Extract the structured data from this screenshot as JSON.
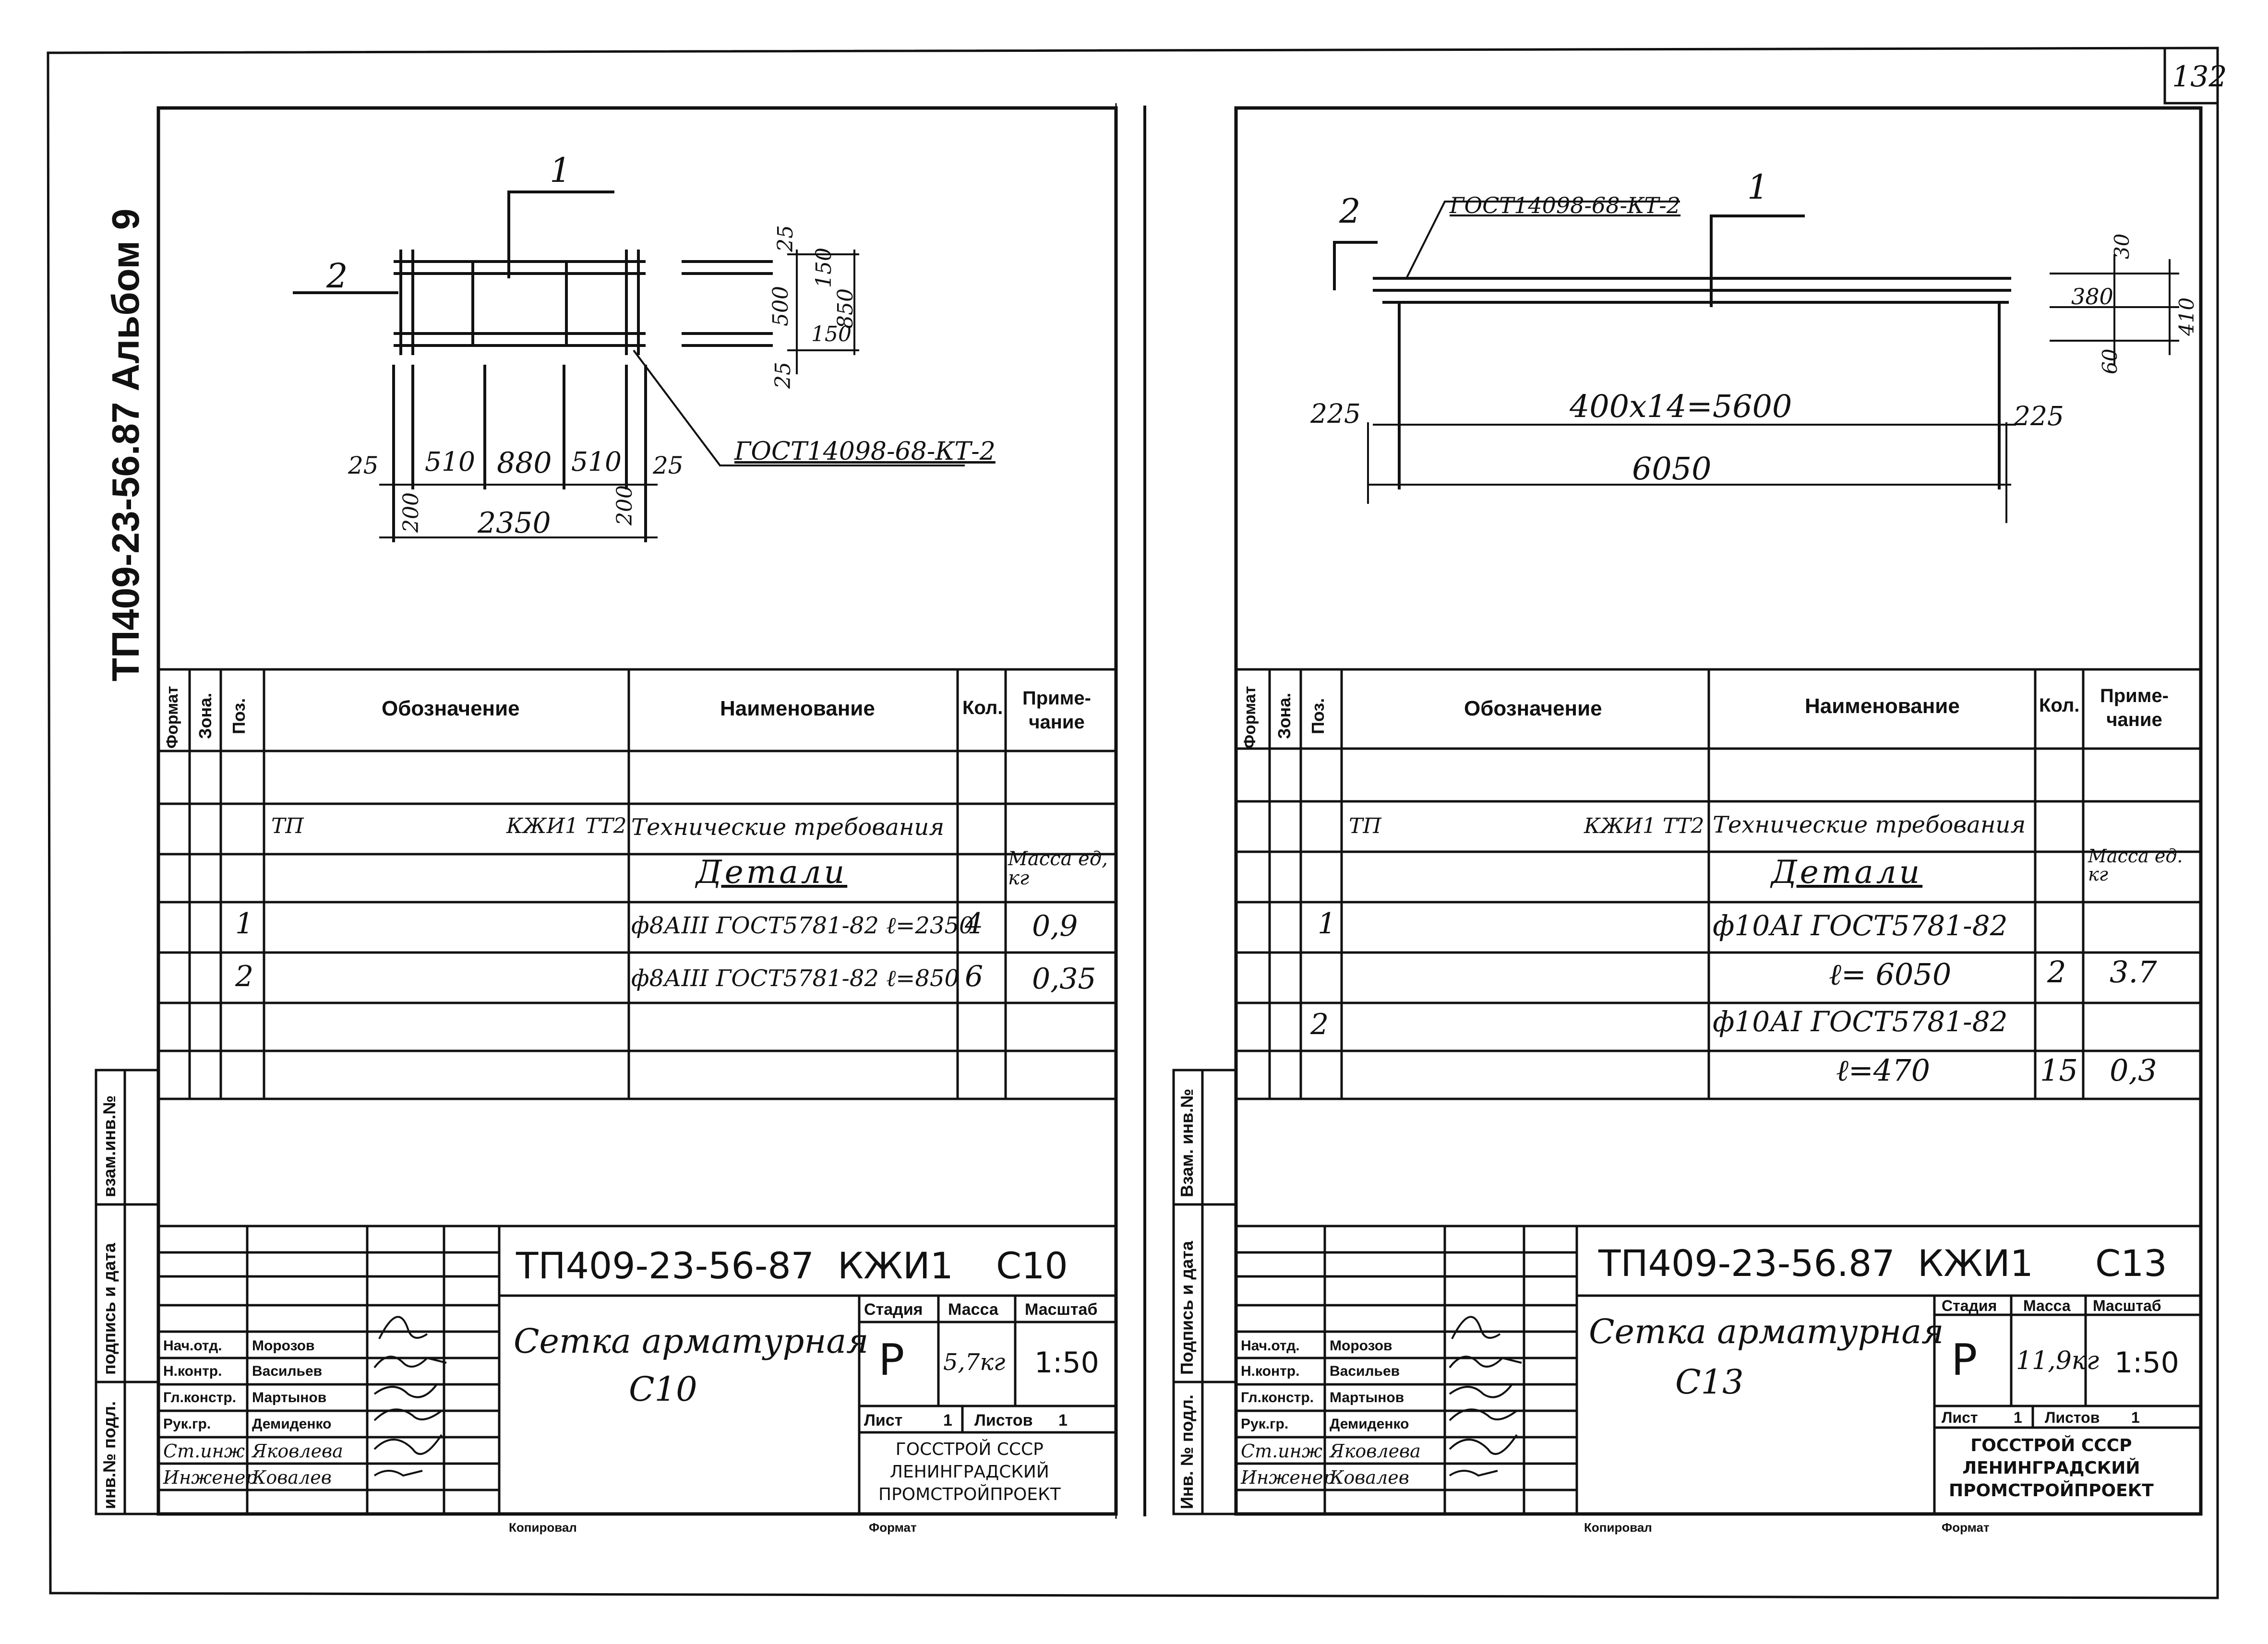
{
  "page_number": "132",
  "album_label": "ТП409-23-56.87 Альбом 9",
  "side_stamp": {
    "inv_no_orig": "инв.№ подл.",
    "signature_date": "подпись и дата",
    "vzam_inv": "взам.инв.№"
  },
  "side_stamp_right": {
    "inv_no_orig": "Инв. № подл.",
    "signature_date": "Подпись и дата",
    "vzam_inv": "Взам. инв.№"
  },
  "spec_headers": {
    "format": "Формат",
    "zone": "Зона.",
    "pos": "Поз.",
    "designation": "Обозначение",
    "name": "Наименование",
    "qty": "Кол.",
    "note": "Приме-\nчание"
  },
  "left": {
    "drawing": {
      "section": "1",
      "pos2": "2",
      "dims_bottom": [
        "25",
        "510",
        "880",
        "510",
        "25"
      ],
      "dim_total": "2350",
      "dim_200_left": "200",
      "dim_200_right": "200",
      "dims_side": [
        "25",
        "150",
        "500",
        "850",
        "150",
        "25"
      ],
      "gost_label": "ГОСТ14098-68-КТ-2"
    },
    "spec_rows": [
      {
        "pos": "",
        "designation_a": "ТП",
        "designation_b": "КЖИ1 ТТ2",
        "name": "Технические требования",
        "qty": "",
        "note": ""
      },
      {
        "pos": "",
        "designation_a": "",
        "designation_b": "",
        "name": "Детали",
        "qty": "",
        "note": "Масса ед,\nкг"
      },
      {
        "pos": "1",
        "designation_a": "",
        "designation_b": "",
        "name": "ф8АIII ГОСТ5781-82 ℓ=2350",
        "qty": "4",
        "note": "0,9"
      },
      {
        "pos": "2",
        "designation_a": "",
        "designation_b": "",
        "name": "ф8АIII ГОСТ5781-82 ℓ=850",
        "qty": "6",
        "note": "0,35"
      }
    ],
    "title_block": {
      "code": "ТП409-23-56-87",
      "doc": "КЖИ1",
      "sheet_code": "С10",
      "title": "Сетка арматурная",
      "subtitle": "С10",
      "stage_label": "Стадия",
      "mass_label": "Масса",
      "scale_label": "Масштаб",
      "stage": "Р",
      "mass": "5,7кг",
      "scale": "1:50",
      "sheet_label": "Лист",
      "sheet_no": "1",
      "sheets_label": "Листов",
      "sheets_no": "1",
      "org": "ГОССТРОЙ СССР\nЛЕНИНГРАДСКИЙ\nПРОМСТРОЙПРОЕКТ",
      "copied": "Копировал",
      "format": "Формат",
      "roles": [
        {
          "role": "Нач.отд.",
          "name": "Морозов"
        },
        {
          "role": "Н.контр.",
          "name": "Васильев"
        },
        {
          "role": "Гл.констр.",
          "name": "Мартынов"
        },
        {
          "role": "Рук.гр.",
          "name": "Демиденко"
        },
        {
          "role": "Ст.инж",
          "name": "Яковлева"
        },
        {
          "role": "Инженер",
          "name": "Ковалев"
        }
      ]
    }
  },
  "right": {
    "drawing": {
      "section": "1",
      "pos2": "2",
      "gost_label": "ГОСТ14098-68-КТ-2",
      "dim_pitch": "400х14=5600",
      "dim_total": "6050",
      "dim_end_left": "225",
      "dim_end_right": "225",
      "dims_side": [
        "30",
        "380",
        "410",
        "60"
      ]
    },
    "spec_rows": [
      {
        "pos": "",
        "designation_a": "ТП",
        "designation_b": "КЖИ1 ТТ2",
        "name": "Технические требования",
        "qty": "",
        "note": ""
      },
      {
        "pos": "",
        "designation_a": "",
        "designation_b": "",
        "name": "Детали",
        "qty": "",
        "note": "Масса ед.\nкг"
      },
      {
        "pos": "1",
        "designation_a": "",
        "designation_b": "",
        "name": "ф10АI ГОСТ5781-82",
        "qty": "",
        "note": ""
      },
      {
        "pos": "",
        "designation_a": "",
        "designation_b": "",
        "name": "ℓ= 6050",
        "qty": "2",
        "note": "3.7"
      },
      {
        "pos": "2",
        "designation_a": "",
        "designation_b": "",
        "name": "ф10АI ГОСТ5781-82",
        "qty": "",
        "note": ""
      },
      {
        "pos": "",
        "designation_a": "",
        "designation_b": "",
        "name": "ℓ=470",
        "qty": "15",
        "note": "0,3"
      }
    ],
    "title_block": {
      "code": "ТП409-23-56.87",
      "doc": "КЖИ1",
      "sheet_code": "С13",
      "title": "Сетка арматурная",
      "subtitle": "С13",
      "stage_label": "Стадия",
      "mass_label": "Масса",
      "scale_label": "Масштаб",
      "stage": "Р",
      "mass": "11,9кг",
      "scale": "1:50",
      "sheet_label": "Лист",
      "sheet_no": "1",
      "sheets_label": "Листов",
      "sheets_no": "1",
      "org": "ГОССТРОЙ СССР\nЛЕНИНГРАДСКИЙ\nПРОМСТРОЙПРОЕКТ",
      "copied": "Копировал",
      "format": "Формат",
      "roles": [
        {
          "role": "Нач.отд.",
          "name": "Морозов"
        },
        {
          "role": "Н.контр.",
          "name": "Васильев"
        },
        {
          "role": "Гл.констр.",
          "name": "Мартынов"
        },
        {
          "role": "Рук.гр.",
          "name": "Демиденко"
        },
        {
          "role": "Ст.инж",
          "name": "Яковлева"
        },
        {
          "role": "Инженер",
          "name": "Ковалев"
        }
      ]
    }
  }
}
